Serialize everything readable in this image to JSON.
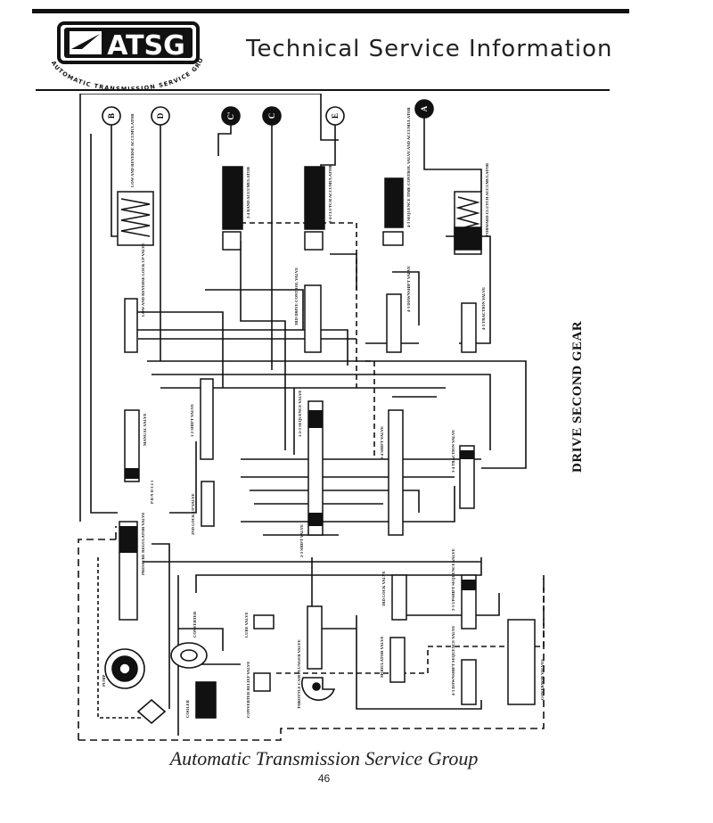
{
  "header": {
    "logo_text": "ATSG",
    "logo_ring_text": "AUTOMATIC TRANSMISSION SERVICE GROUP",
    "title": "Technical Service Information"
  },
  "diagram": {
    "side_title": "DRIVE SECOND GEAR",
    "circles": [
      "B",
      "D",
      "C'",
      "C",
      "E",
      "A"
    ],
    "components": {
      "low_reverse_acc": "LOW AND REVERSE ACCUMULATOR",
      "band_24_acc": "2-4 BAND ACCUMULATOR",
      "clutch_34_acc": "3-4 CLUTCH ACCUMULATOR",
      "time_control": "4-3 SEQUENCE TIME CONTROL VALVE AND ACCUMULATOR",
      "forward_clutch_acc": "FORWARD CLUTCH ACCUMULATOR",
      "low_reverse_lockup": "LOW AND REVERSE LOCK UP VALVE",
      "drive_control": "3RD DRIVE CONTROL VALVE",
      "downshift_63": "4-3 DOWNSHIFT VALVE",
      "traction_43": "4-3 TRACTION VALVE",
      "manual_valve": "MANUAL VALVE",
      "sequence_123": "1-2-3 SEQUENCE VALVE",
      "shift_34": "3-4 SHIFT VALVE",
      "traction_34": "3-4 TRACTION VALVE",
      "shift_12": "1-2 SHIFT VALVE",
      "gear_range": "P R N D 3 2 1",
      "lockup_2nd": "2ND LOCK UP VALVE",
      "shift_23": "2-3 SHIFT VALVE",
      "pressure_regulator": "PRESSURE REGULATOR VALVE",
      "lock_3rd": "3RD LOCK VALVE",
      "upshift_sequence": "2-3 UPSHIFT SEQUENCE VALVE",
      "converter": "CONVERTER",
      "lube_valve": "LUBE VALVE",
      "throttle_cam": "THROTTLE CAM PLUNGER VALVE",
      "modulator": "MODULATOR VALVE",
      "downshift_sequence": "4-3 DOWNSHIFT SEQUENCE VALVE",
      "governor": "GOVERNOR VALVES",
      "pump": "PUMP",
      "cooler": "COOLER",
      "converter_relief": "CONVERTER RELIEF VALVE"
    }
  },
  "footer": {
    "company": "Automatic Transmission Service Group",
    "page": "46"
  }
}
